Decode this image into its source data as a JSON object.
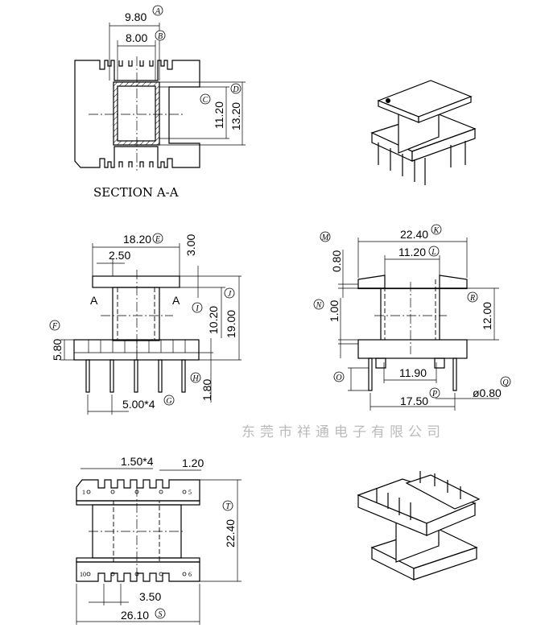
{
  "section": {
    "title": "SECTION A-A",
    "dims": [
      {
        "value": "9.80",
        "label": "A"
      },
      {
        "value": "8.00",
        "label": "B"
      },
      {
        "value": "11.20",
        "label": "C"
      },
      {
        "value": "13.20",
        "label": "D"
      }
    ]
  },
  "front_view": {
    "section_marker": "A",
    "dims": [
      {
        "value": "18.20",
        "label": "E"
      },
      {
        "value": "2.50",
        "label": ""
      },
      {
        "value": "3.00",
        "label": ""
      },
      {
        "value": "10.20",
        "label": "I"
      },
      {
        "value": "19.00",
        "label": "J"
      },
      {
        "value": "5.80",
        "label": "F"
      },
      {
        "value": "1.80",
        "label": "H"
      },
      {
        "value": "5.00*4",
        "label": "G"
      }
    ]
  },
  "side_view": {
    "dims": [
      {
        "value": "22.40",
        "label": "K"
      },
      {
        "value": "11.20",
        "label": "L"
      },
      {
        "value": "0.80",
        "label": "M"
      },
      {
        "value": "1.00",
        "label": "N"
      },
      {
        "value": "12.00",
        "label": "R"
      },
      {
        "value": "",
        "label": "O"
      },
      {
        "value": "11.90",
        "label": ""
      },
      {
        "value": "17.50",
        "label": "P"
      },
      {
        "value": "ø0.80",
        "label": "Q"
      }
    ]
  },
  "bottom_view": {
    "pins": [
      "1",
      "5",
      "10",
      "6"
    ],
    "dims": [
      {
        "value": "1.50*4",
        "label": ""
      },
      {
        "value": "1.20",
        "label": ""
      },
      {
        "value": "22.40",
        "label": "T"
      },
      {
        "value": "3.50",
        "label": ""
      },
      {
        "value": "26.10",
        "label": "S"
      }
    ]
  },
  "watermark": "东莞市祥通电子有限公司"
}
